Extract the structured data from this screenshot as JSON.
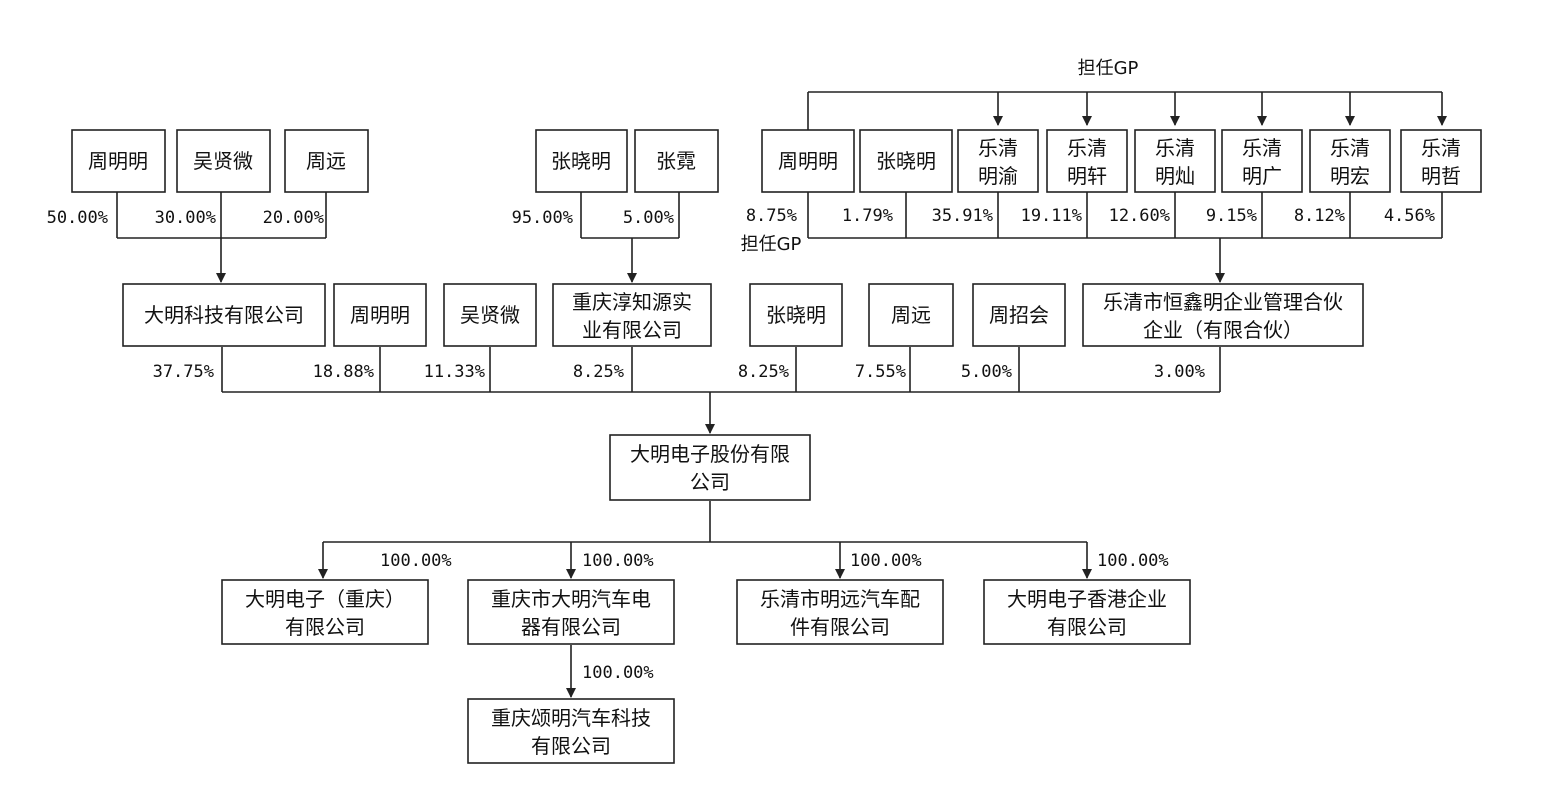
{
  "gp_top_label": "担任GP",
  "gp_side_label": "担任GP",
  "level1": {
    "zmm": "周明明",
    "wxw": "吴贤微",
    "zy": "周远",
    "zxm": "张晓明",
    "zn": "张霓",
    "hx_zmm": "周明明",
    "hx_zxm": "张晓明",
    "lq_y": [
      "乐清",
      "明渝"
    ],
    "lq_x": [
      "乐清",
      "明轩"
    ],
    "lq_c": [
      "乐清",
      "明灿"
    ],
    "lq_g": [
      "乐清",
      "明广"
    ],
    "lq_h": [
      "乐清",
      "明宏"
    ],
    "lq_z": [
      "乐清",
      "明哲"
    ]
  },
  "level1_pcts": {
    "zmm": "50.00%",
    "wxw": "30.00%",
    "zy": "20.00%",
    "zxm": "95.00%",
    "zn": "5.00%",
    "hx_zmm": "8.75%",
    "hx_zxm": "1.79%",
    "lq_y": "35.91%",
    "lq_x": "19.11%",
    "lq_c": "12.60%",
    "lq_g": "9.15%",
    "lq_h": "8.12%",
    "lq_z": "4.56%"
  },
  "level2": {
    "dmkj": "大明科技有限公司",
    "zmm": "周明明",
    "wxw": "吴贤微",
    "cqcz": [
      "重庆淳知源实",
      "业有限公司"
    ],
    "zxm": "张晓明",
    "zy": "周远",
    "zzh": "周招会",
    "hxm": [
      "乐清市恒鑫明企业管理合伙",
      "企业（有限合伙）"
    ]
  },
  "level2_pcts": {
    "dmkj": "37.75%",
    "zmm": "18.88%",
    "wxw": "11.33%",
    "cqcz": "8.25%",
    "zxm": "8.25%",
    "zy": "7.55%",
    "zzh": "5.00%",
    "hxm": "3.00%"
  },
  "center": [
    "大明电子股份有限",
    "公司"
  ],
  "subsidiaries": {
    "cq": [
      "大明电子（重庆）",
      "有限公司"
    ],
    "cqdm": [
      "重庆市大明汽车电",
      "器有限公司"
    ],
    "lqmy": [
      "乐清市明远汽车配",
      "件有限公司"
    ],
    "hk": [
      "大明电子香港企业",
      "有限公司"
    ],
    "cqsm": [
      "重庆颂明汽车科技",
      "有限公司"
    ]
  },
  "subsidiary_pcts": {
    "cq": "100.00%",
    "cqdm": "100.00%",
    "lqmy": "100.00%",
    "hk": "100.00%",
    "cqsm": "100.00%"
  }
}
